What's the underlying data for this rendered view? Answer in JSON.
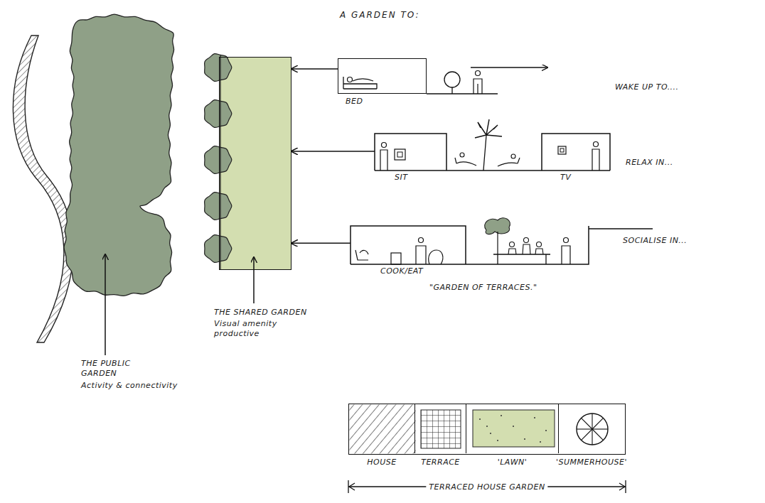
{
  "diagram": {
    "title": "A GARDEN TO:",
    "nodes": [
      {
        "text": [
          "THE SHARED GARDEN",
          "Visual amenity productive"
        ]
      },
      {
        "text": [
          "BED"
        ]
      },
      {
        "text": [
          "SIT",
          "TV"
        ]
      },
      {
        "text": [
          "COOK/EAT"
        ]
      },
      {
        "text": [
          "TERRACED HOUSE GARDEN"
        ]
      },
      {
        "text": [
          "HOUSE"
        ],
        "in": 4
      },
      {
        "text": [
          "TERRACE"
        ],
        "in": 4
      },
      {
        "text": [
          "'LAWN'"
        ],
        "in": 4
      },
      {
        "text": [
          "'SUMMERHOUSE'"
        ],
        "in": 4
      }
    ],
    "edges": [
      {
        "from": 1,
        "to": 0,
        "arrow": "to"
      },
      {
        "from": 2,
        "to": 0,
        "arrow": "to"
      },
      {
        "from": 3,
        "to": 0,
        "arrow": "to"
      }
    ],
    "labels": [
      "WAKE UP TO....",
      "RELAX IN...",
      "SOCIALISE IN...",
      "\"GARDEN OF TERRACES.\"",
      "THE PUBLIC GARDEN",
      "Activity & connectivity"
    ]
  }
}
